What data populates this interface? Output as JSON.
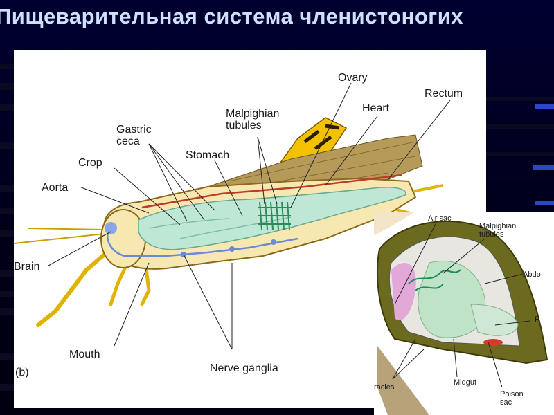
{
  "slide": {
    "title": "Пищеварительная система членистоногих"
  },
  "main_diagram": {
    "panel_label": "(b)",
    "labels": {
      "ovary": "Ovary",
      "rectum": "Rectum",
      "heart": "Heart",
      "malpighian_tubules": "Malpighian\ntubules",
      "gastric_ceca": "Gastric\nceca",
      "stomach": "Stomach",
      "crop": "Crop",
      "aorta": "Aorta",
      "brain": "Brain",
      "mouth": "Mouth",
      "nerve_ganglia": "Nerve ganglia"
    }
  },
  "inset_diagram": {
    "labels": {
      "air_sac": "Air sac",
      "malpighian_tubules": "Malpighian\ntubules",
      "abdomen_partial": "Abdo",
      "r_partial": "R",
      "spiracles_partial": "racles",
      "midgut": "Midgut",
      "poison_sac": "Poison\nsac"
    }
  },
  "colors": {
    "slide_background": "#000020",
    "title_text": "#cfe0ff",
    "accent_blue": "#2b46c8",
    "gut": "#bfe7d6",
    "body_yellow": "#f2c200"
  }
}
